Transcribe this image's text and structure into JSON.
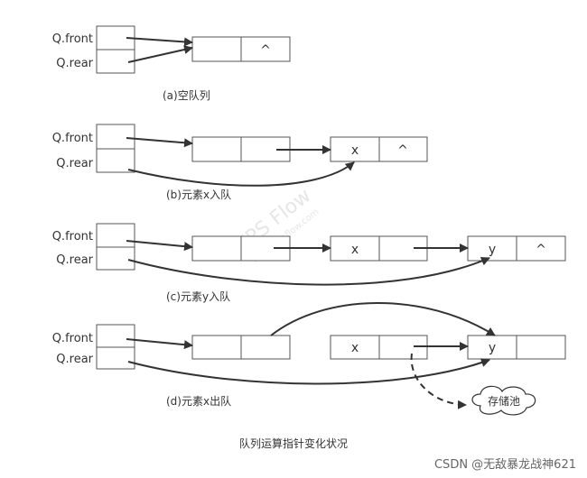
{
  "watermark": {
    "main": "WPS Flow",
    "sub": "www.wpsflow.com"
  },
  "labels": {
    "front": "Q.front",
    "rear": "Q.rear",
    "null_symbol": "^",
    "x": "x",
    "y": "y",
    "pool": "存储池"
  },
  "captions": {
    "a": "(a)空队列",
    "b": "(b)元素x入队",
    "c": "(c)元素y入队",
    "d": "(d)元素x出队",
    "overall": "队列运算指针变化状况"
  },
  "credit": "CSDN @无敌暴龙战神621"
}
